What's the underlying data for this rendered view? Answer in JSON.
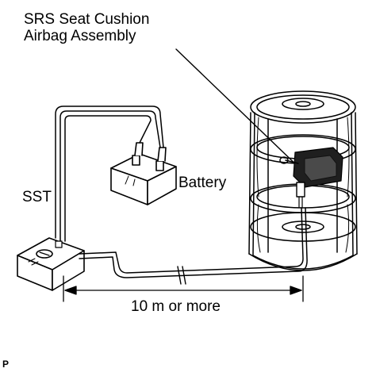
{
  "labels": {
    "assembly_line1": "SRS Seat Cushion",
    "assembly_line2": "Airbag Assembly",
    "battery": "Battery",
    "sst": "SST",
    "distance": "10 m or more",
    "figure_code": "P"
  }
}
